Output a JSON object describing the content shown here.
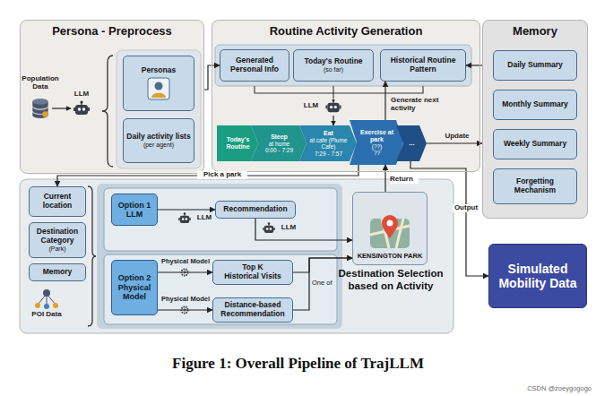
{
  "diagram": {
    "caption": "Figure 1: Overall Pipeline of TrajLLM",
    "nodes": [
      {
        "text": [
          "Persona - Preprocess"
        ]
      },
      {
        "text": [
          "Personas"
        ],
        "in": 0
      },
      {
        "text": [
          "Daily activity lists",
          "(per agent)"
        ],
        "in": 0
      },
      {
        "text": [
          "Routine Activity Generation"
        ]
      },
      {
        "text": [
          "Generated Personal Info"
        ],
        "in": 3
      },
      {
        "text": [
          "Today's Routine",
          "(so far)"
        ],
        "in": 3
      },
      {
        "text": [
          "Historical Routine Pattern"
        ],
        "in": 3
      },
      {
        "text": [
          "Today's Routine"
        ],
        "in": 3
      },
      {
        "text": [
          "Sleep",
          "at home",
          "0:00 - 7:29"
        ],
        "in": 3
      },
      {
        "text": [
          "Eat",
          "at cafe (Plume Cafe)",
          "7:29 - 7:57"
        ],
        "in": 3
      },
      {
        "text": [
          "Exercise at park",
          "(??)",
          "??"
        ],
        "in": 3
      },
      {
        "text": [
          "..."
        ],
        "in": 3
      },
      {
        "text": [
          "Memory"
        ]
      },
      {
        "text": [
          "Daily Summary"
        ],
        "in": 12
      },
      {
        "text": [
          "Monthly Summary"
        ],
        "in": 12
      },
      {
        "text": [
          "Weekly Summary"
        ],
        "in": 12
      },
      {
        "text": [
          "Forgetting Mechanism"
        ],
        "in": 12
      },
      {
        "text": [
          "Simulated Mobility Data"
        ]
      },
      {
        "text": [
          "Current location"
        ]
      },
      {
        "text": [
          "Destination Category",
          "(Park)"
        ]
      },
      {
        "text": [
          "Memory"
        ]
      },
      {
        "text": [
          "Option 1",
          "LLM"
        ]
      },
      {
        "text": [
          "Recommendation"
        ]
      },
      {
        "text": [
          "Option 2",
          "Physical Model"
        ]
      },
      {
        "text": [
          "Top K",
          "Historical Visits"
        ]
      },
      {
        "text": [
          "Distance-based",
          "Recommendation"
        ]
      },
      {
        "text": [
          "KENSINGTON PARK",
          "Destination Selection based on Activity"
        ]
      }
    ],
    "edges": [
      {
        "from": 0,
        "to": 4,
        "arrow": "to"
      },
      {
        "from": 12,
        "to": 6,
        "arrow": "to"
      },
      {
        "from": 10,
        "to": 6,
        "label": "Generate next activity",
        "arrow": "to"
      },
      {
        "from": 11,
        "to": 12,
        "label": "Update",
        "arrow": "to"
      },
      {
        "from": 11,
        "to": 17,
        "label": "Output",
        "arrow": "to"
      },
      {
        "from": 10,
        "to": 18,
        "label": "Pick a park",
        "arrow": "to"
      },
      {
        "from": 26,
        "to": 10,
        "label": "Return",
        "arrow": "to"
      },
      {
        "from": 21,
        "to": 22,
        "arrow": "to"
      },
      {
        "from": 22,
        "to": 26,
        "arrow": "to"
      },
      {
        "from": 23,
        "to": 24,
        "arrow": "to"
      },
      {
        "from": 23,
        "to": 25,
        "arrow": "to"
      },
      {
        "from": 24,
        "to": 26,
        "arrow": "to"
      },
      {
        "from": 25,
        "to": 26,
        "arrow": "to"
      }
    ],
    "labels": [
      "Population Data",
      "LLM",
      "LLM",
      "LLM",
      "LLM",
      "Physical Model",
      "Physical Model",
      "POI Data",
      "One of",
      "CSDN @zoeygogogo"
    ]
  }
}
